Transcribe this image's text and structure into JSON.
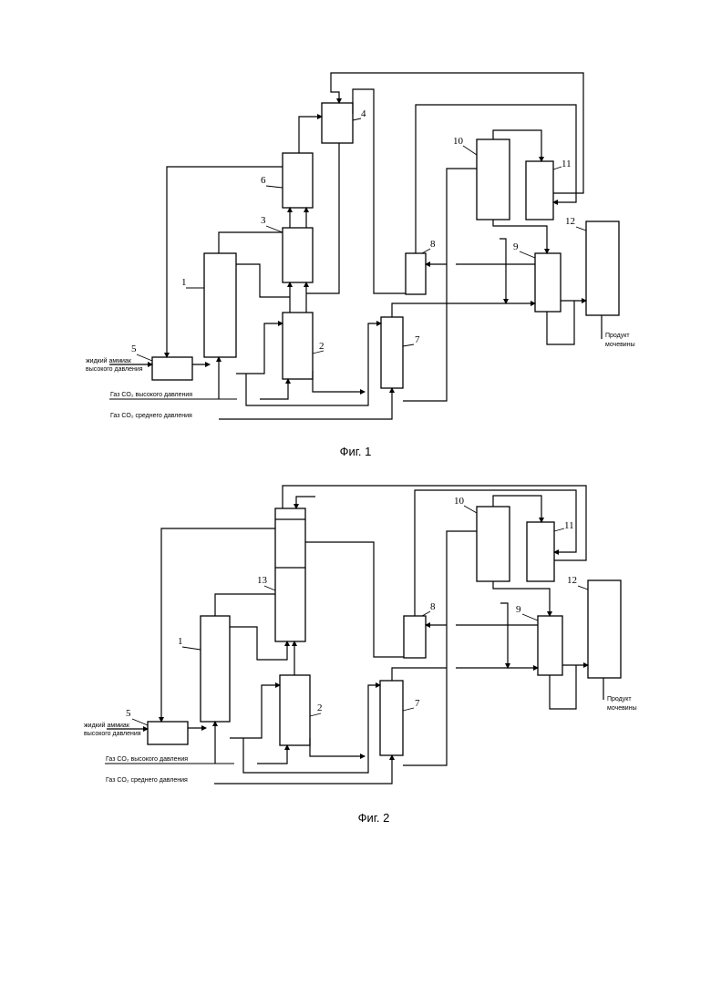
{
  "figure1": {
    "caption": "Фиг. 1",
    "units": [
      "1",
      "2",
      "3",
      "4",
      "5",
      "6",
      "7",
      "8",
      "9",
      "10",
      "11",
      "12"
    ],
    "inputs": {
      "ammonia_line1": "жидкий      аммиак",
      "ammonia_line2": "высокого давления",
      "co2_high": "Газ CO₂ высокого давления",
      "co2_medium": "Газ CO₂ среднего давления"
    },
    "output_line1": "Продукт",
    "output_line2": "мочевины"
  },
  "figure2": {
    "caption": "Фиг. 2",
    "units": [
      "1",
      "2",
      "5",
      "7",
      "8",
      "9",
      "10",
      "11",
      "12",
      "13"
    ],
    "inputs": {
      "ammonia_line1": "жидкий      аммиак",
      "ammonia_line2": "высокого давления",
      "co2_high": "Газ CO₂ высокого давления",
      "co2_medium": "Газ CO₂ среднего давления"
    },
    "output_line1": "Продукт",
    "output_line2": "мочевины"
  }
}
